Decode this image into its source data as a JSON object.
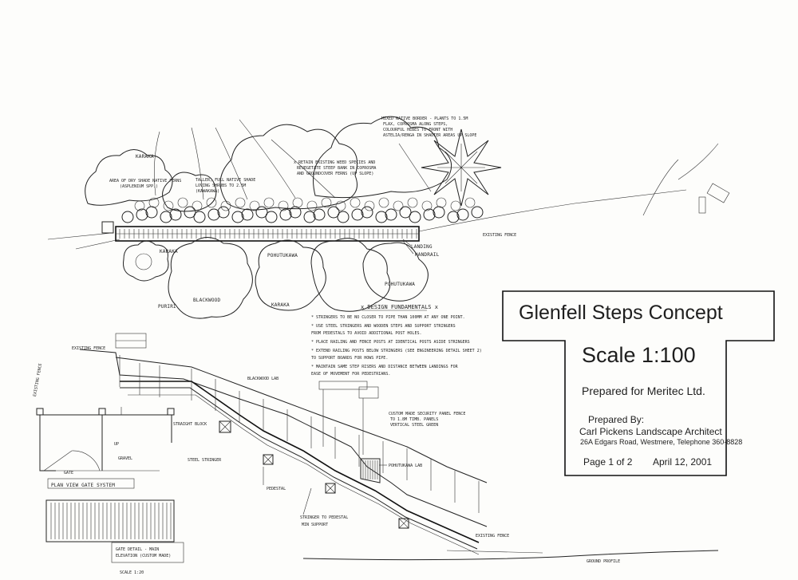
{
  "title_block": {
    "title": "Glenfell Steps Concept",
    "scale": "Scale 1:100",
    "prepared_for": "Prepared for Meritec Ltd.",
    "prepared_by_label": "Prepared By:",
    "firm": "Carl Pickens Landscape Architect",
    "address": "26A Edgars Road, Westmere, Telephone 360-8828",
    "page": "Page 1 of 2",
    "date": "April 12, 2001"
  },
  "plan_notes": {
    "area_planting": "AREA OF DRY SHADE NATIVE FERNS",
    "area_planting_2": "(ASPLENIUM SPP.)",
    "taller_planting": "TALLER, FULL NATIVE SHADE",
    "taller_planting_2": "LOVING SHRUBS TO 2.5M",
    "taller_planting_3": "(KAWAKAWA)",
    "retain_weeds": "x RETAIN EXISTING WEED SPECIES AND",
    "retain_weeds_2": "REVEGETATE STEEP BANK IN COPROSMA",
    "retain_weeds_3": "AND GROUNDCOVER FERNS (UP SLOPE)",
    "mixed_border": "MIXED NATIVE BORDER - PLANTS TO 1.5M",
    "mixed_border_2": "FLAX, COPROSMA ALONG STEPS,",
    "mixed_border_3": "COLOURFUL HEBES TO FRONT WITH",
    "mixed_border_4": "ASTELIA/RENGA IN SHADIER AREAS UP SLOPE",
    "karaka_top": "KARAKA",
    "karaka_left": "KARAKA",
    "karaka_bottom": "KARAKA",
    "puriri": "PURIRI",
    "blackwood": "BLACKWOOD",
    "pohutukawa_1": "POHUTUKAWA",
    "pohutukawa_2": "POHUTUKAWA",
    "landing": "LANDING",
    "handrail": "HANDRAIL",
    "existing_fence": "EXISTING FENCE"
  },
  "design_fundamentals": {
    "heading": "x DESIGN FUNDAMENTALS x",
    "items": [
      "* STRINGERS TO BE NO CLOSER TO PIPE THAN 100MM AT ANY ONE POINT.",
      "* USE STEEL STRINGERS AND WOODEN STEPS AND SUPPORT STRINGERS",
      "  FROM PEDESTALS TO AVOID ADDITIONAL POST HOLES.",
      "* PLACE RAILING AND FENCE POSTS AT IDENTICAL POSTS ASIDE STRINGERS",
      "* EXTEND RAILING POSTS BELOW STRINGERS (SEE ENGINEERING DETAIL SHEET 2)",
      "  TO SUPPORT BOARDS FOR HOWS PIPE.",
      "* MAINTAIN SAME STEP RISERS AND DISTANCE BETWEEN LANDINGS FOR",
      "  EASE OF MOVEMENT FOR PEDESTRIANS."
    ]
  },
  "elevation_notes": {
    "existing_fence": "EXISTING FENCE",
    "blackwood_lab": "BLACKWOOD LAB",
    "straight_block": "STRAIGHT BLOCK",
    "steel_stringer": "STEEL STRINGER",
    "pedestal": "PEDESTAL",
    "stringer_to_pedestal": "STRINGER TO PEDESTAL",
    "stringer_to_pedestal_2": "MIN SUPPORT",
    "custom_fence": "CUSTOM MADE SECURITY PANEL FENCE",
    "custom_fence_2": "TO 1.8M TIMB. PANELS",
    "custom_fence_3": "VERTICAL STEEL GREEN",
    "pohutukawa_lab": "POHUTUKAWA LAB",
    "existing_fence_right": "EXISTING FENCE",
    "ground_profile": "GROUND PROFILE",
    "existing_fence_left": "EXISTING FENCE",
    "gravel": "GRAVEL",
    "gate": "GATE",
    "up": "UP",
    "plan_view_gate": "PLAN VIEW GATE SYSTEM",
    "gate_detail": "GATE DETAIL - MAIN",
    "gate_detail_2": "ELEVATION (CUSTOM MADE)",
    "gate_scale": "SCALE 1:20"
  }
}
